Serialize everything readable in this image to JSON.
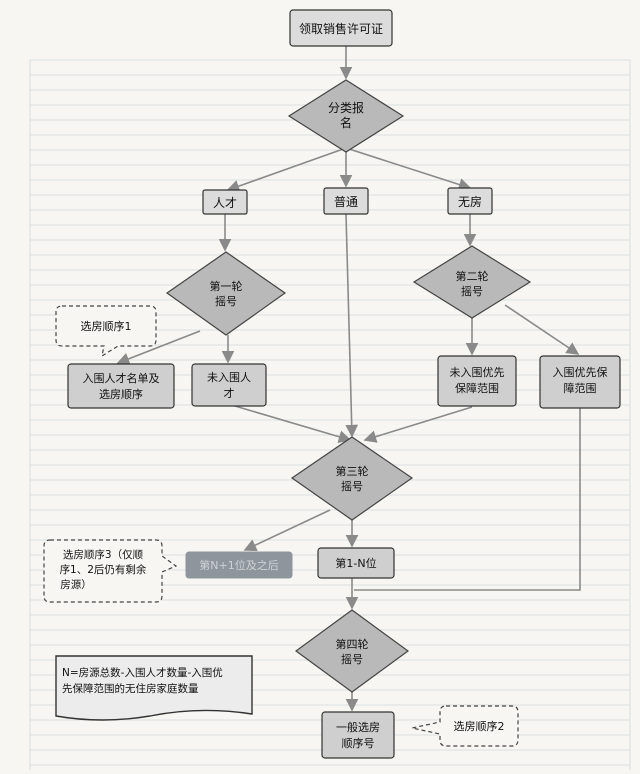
{
  "diagram": {
    "start": "领取销售许可证",
    "classify": [
      "分类报",
      "名"
    ],
    "branch_talent": "人才",
    "branch_general": "普通",
    "branch_nohouse": "无房",
    "round1": [
      "第一轮",
      "摇号"
    ],
    "round2": [
      "第二轮",
      "摇号"
    ],
    "round3": [
      "第三轮",
      "摇号"
    ],
    "round4": [
      "第四轮",
      "摇号"
    ],
    "talent_selected": [
      "入围人才名单及",
      "选房顺序"
    ],
    "talent_not_selected": [
      "未入围人",
      "才"
    ],
    "priority_not_selected": [
      "未入围优先",
      "保障范围"
    ],
    "priority_selected": [
      "入围优先保",
      "障范围"
    ],
    "after_nth": "第N+1位及之后",
    "first_to_nth": "第1-N位",
    "general_order": [
      "一般选房",
      "顺序号"
    ],
    "callout_order1": "选房顺序1",
    "callout_order3": [
      "选房顺序3（仅顺",
      "序1、2后仍有剩余",
      "房源）"
    ],
    "callout_order2": "选房顺序2",
    "formula_note": [
      "N=房源总数-入围人才数量-入围优",
      "先保障范围的无住房家庭数量"
    ]
  }
}
